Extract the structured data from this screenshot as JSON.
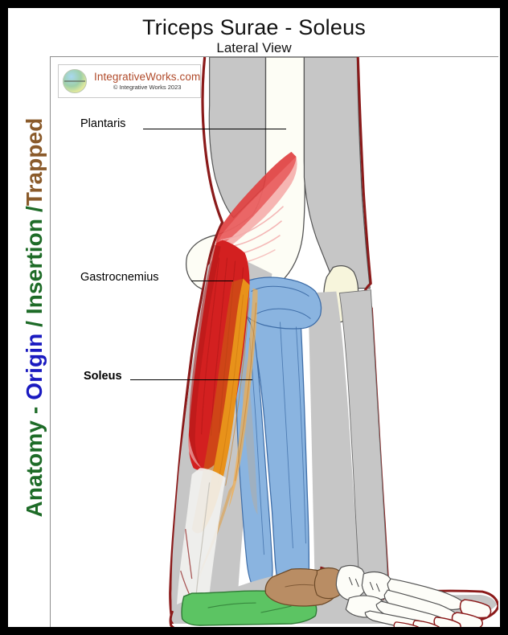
{
  "window": {
    "frame_color": "#000000",
    "canvas_color": "#ffffff"
  },
  "header": {
    "title": "Triceps Surae - Soleus",
    "subtitle": "Lateral View"
  },
  "side_banner": {
    "full_text": "Anatomy - Origin / Insertion /Trapped",
    "segments": [
      {
        "text": "Anatomy - ",
        "color": "#1d6b27"
      },
      {
        "text": "Origin",
        "color": "#1a1ac0"
      },
      {
        "text": " / ",
        "color": "#1d6b27"
      },
      {
        "text": "Insertion",
        "color": "#1d6b27"
      },
      {
        "text": " /",
        "color": "#1d6b27"
      },
      {
        "text": "Trapped",
        "color": "#8a5a2a"
      }
    ]
  },
  "logo": {
    "icon": "globe-icon",
    "site": "IntegrativeWorks.com",
    "copyright": "© Integrative Works 2023",
    "site_color": "#b04a2a"
  },
  "labels": [
    {
      "name": "plantaris",
      "text": "Plantaris",
      "bold": false
    },
    {
      "name": "gastrocnemius",
      "text": "Gastrocnemius",
      "bold": false
    },
    {
      "name": "soleus",
      "text": "Soleus",
      "bold": true
    }
  ],
  "illustration": {
    "name": "lateral-view-lower-limb",
    "view": "Lateral View",
    "palette": {
      "skin_outline": "#8b1a1a",
      "soft_tissue": "#c6c6c6",
      "bone_white": "#fdfdf5",
      "bone_cream": "#f7f5dc",
      "tibia_fibula_blue": "#8ab4e0",
      "gastrocnemius_red": "#d32020",
      "plantaris_red": "#e04040",
      "soleus_orange": "#e8921a",
      "calcaneus_green": "#5cc463",
      "talus_tan": "#b98d64",
      "tendon_white": "#f2f2ef"
    },
    "structures": [
      "femur",
      "patella",
      "tibia",
      "fibula",
      "talus",
      "calcaneus",
      "metatarsals",
      "phalanges",
      "plantaris-muscle",
      "gastrocnemius-muscle",
      "soleus-muscle",
      "achilles-tendon"
    ]
  }
}
